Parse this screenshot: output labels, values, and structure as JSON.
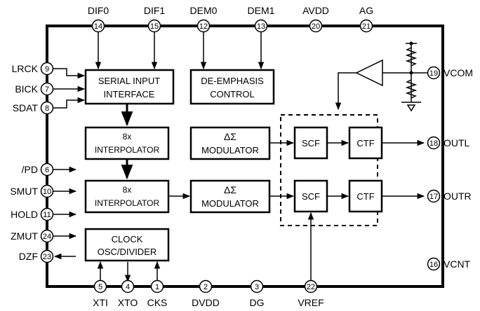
{
  "pins": {
    "dif0": {
      "label": "DIF0",
      "num": "14"
    },
    "dif1": {
      "label": "DIF1",
      "num": "15"
    },
    "dem0": {
      "label": "DEM0",
      "num": "12"
    },
    "dem1": {
      "label": "DEM1",
      "num": "13"
    },
    "avdd": {
      "label": "AVDD",
      "num": "20"
    },
    "ag": {
      "label": "AG",
      "num": "21"
    },
    "lrck": {
      "label": "LRCK",
      "num": "9"
    },
    "bick": {
      "label": "BICK",
      "num": "7"
    },
    "sdat": {
      "label": "SDAT",
      "num": "8"
    },
    "pd": {
      "label": "/PD",
      "num": "6"
    },
    "smut": {
      "label": "SMUT",
      "num": "10"
    },
    "hold": {
      "label": "HOLD",
      "num": "11"
    },
    "zmut": {
      "label": "ZMUT",
      "num": "24"
    },
    "dzf": {
      "label": "DZF",
      "num": "23"
    },
    "vcom": {
      "label": "VCOM",
      "num": "19"
    },
    "outl": {
      "label": "OUTL",
      "num": "18"
    },
    "outr": {
      "label": "OUTR",
      "num": "17"
    },
    "vcnt": {
      "label": "VCNT",
      "num": "16"
    },
    "xti": {
      "label": "XTI",
      "num": "5"
    },
    "xto": {
      "label": "XTO",
      "num": "4"
    },
    "cks": {
      "label": "CKS",
      "num": "1"
    },
    "dvdd": {
      "label": "DVDD",
      "num": "2"
    },
    "dg": {
      "label": "DG",
      "num": "3"
    },
    "vref": {
      "label": "VREF",
      "num": "22"
    }
  },
  "blocks": {
    "serial": {
      "line1": "SERIAL INPUT",
      "line2": "INTERFACE"
    },
    "deemph": {
      "line1": "DE-EMPHASIS",
      "line2": "CONTROL"
    },
    "interp1": {
      "line1": "8x",
      "line2": "INTERPOLATOR"
    },
    "interp2": {
      "line1": "8x",
      "line2": "INTERPOLATOR"
    },
    "mod1": {
      "line1": "ΔΣ",
      "line2": "MODULATOR"
    },
    "mod2": {
      "line1": "ΔΣ",
      "line2": "MODULATOR"
    },
    "clock": {
      "line1": "CLOCK",
      "line2": "OSC/DIVIDER"
    },
    "scf1": {
      "label": "SCF"
    },
    "scf2": {
      "label": "SCF"
    },
    "ctf1": {
      "label": "CTF"
    },
    "ctf2": {
      "label": "CTF"
    }
  },
  "colors": {
    "ink": "#000000",
    "background": "#ffffff"
  }
}
